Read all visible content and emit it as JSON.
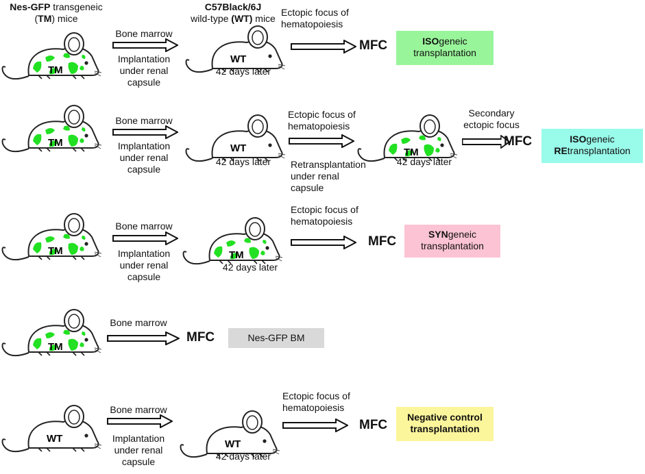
{
  "colors": {
    "iso": "#99f59a",
    "retrans": "#99fbea",
    "syn": "#fbc3d4",
    "nes": "#d9d9d9",
    "neg": "#fbf59b",
    "gfp": "#22e022"
  },
  "header": {
    "tm_title_bold": "Nes-GFP",
    "tm_title_rest": " transgeneic",
    "tm_title_line2_open": "(",
    "tm_title_line2_bold": "TM",
    "tm_title_line2_rest": ") mice",
    "wt_title_line1": "C57Black/6J",
    "wt_title_line2_pre": "wild-type ",
    "wt_title_line2_bold": "(WT)",
    "wt_title_line2_rest": " mice"
  },
  "labels": {
    "tm": "TM",
    "wt": "WT",
    "bone_marrow": "Bone marrow",
    "implant_1": "Implantation",
    "implant_2": "under renal",
    "implant_3": "capsule",
    "days_later": "42 days later",
    "ectopic_1": "Ectopic focus of",
    "ectopic_2": "hematopoiesis",
    "retrans_1": "Retransplantation",
    "retrans_2": "under renal",
    "retrans_3": "capsule",
    "secondary_1": "Secondary",
    "secondary_2": "ectopic focus",
    "mfc": "MFC"
  },
  "boxes": {
    "iso_bold": "ISO",
    "iso_rest": "geneic",
    "iso_line2": "transplantation",
    "re_iso_bold": "ISO",
    "re_iso_rest": "geneic",
    "re_line2_bold": "RE",
    "re_line2_rest": "transplantation",
    "syn_bold": "SYN",
    "syn_rest": "geneic",
    "syn_line2": "transplantation",
    "nes": "Nes-GFP BM",
    "neg_line1": "Negative control",
    "neg_line2": "transplantation"
  }
}
